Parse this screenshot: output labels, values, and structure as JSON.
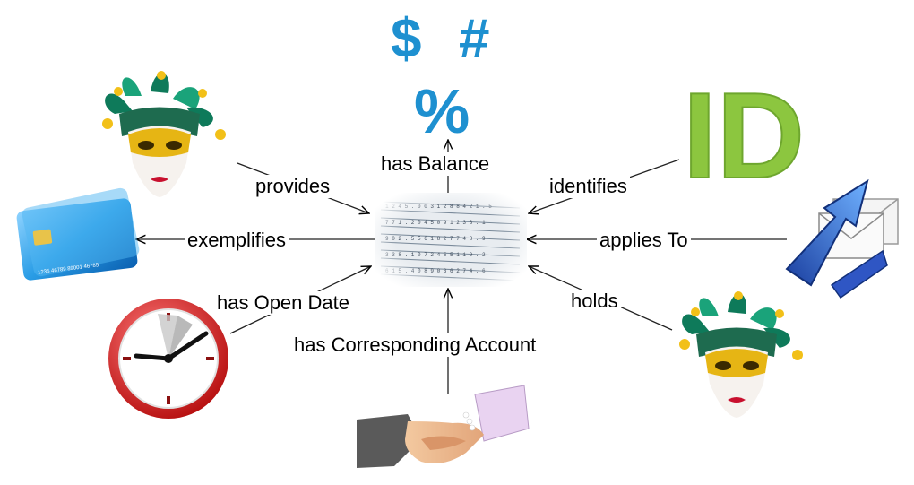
{
  "center": {
    "icon": "ledger-sheet-icon"
  },
  "symbols": {
    "dollar": "$",
    "hash": "#",
    "percent": "%"
  },
  "id_logo": {
    "text": "ID",
    "color": "#8cc63f"
  },
  "relations": {
    "provides": "provides",
    "has_balance": "has Balance",
    "identifies": "identifies",
    "exemplifies": "exemplifies",
    "applies_to": "applies To",
    "has_open_date": "has Open Date",
    "holds": "holds",
    "has_corresponding_account": "has Corresponding Account"
  },
  "icons": {
    "top_left": "jester-mask-icon",
    "bottom_right": "jester-mask-icon",
    "left": "credit-card-icon",
    "right": "mail-arrow-icon",
    "bottom_left": "clock-icon",
    "bottom": "handshake-icon"
  },
  "colors": {
    "symbol_blue": "#1e90d0",
    "id_green": "#8cc63f",
    "clock_red": "#d42020"
  }
}
